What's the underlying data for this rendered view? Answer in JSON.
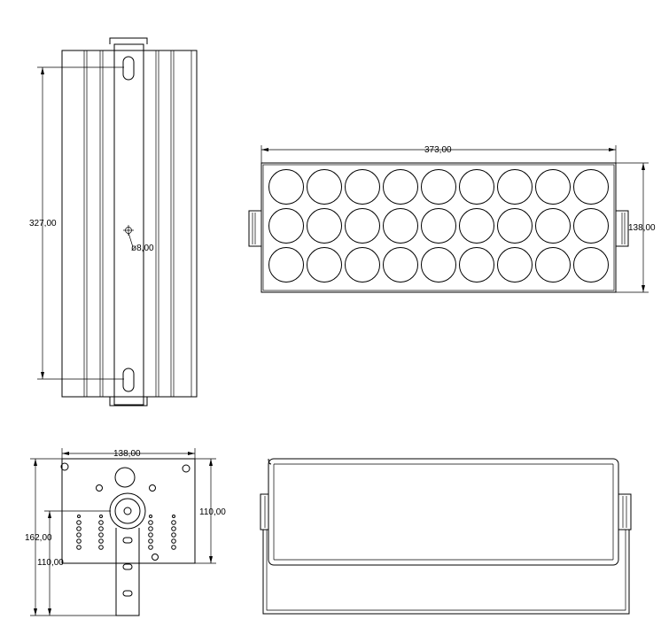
{
  "views": {
    "side": {
      "height_dim": "327,00",
      "hole_dim": "ø8,00"
    },
    "front": {
      "width_dim": "373,00",
      "height_dim": "138,00",
      "led_rows": 3,
      "led_cols": 9
    },
    "rear": {
      "width_dim": "138,00",
      "height_dim_right": "110,00",
      "total_height_dim": "162,00",
      "bracket_dim": "110,00"
    },
    "top": {}
  }
}
